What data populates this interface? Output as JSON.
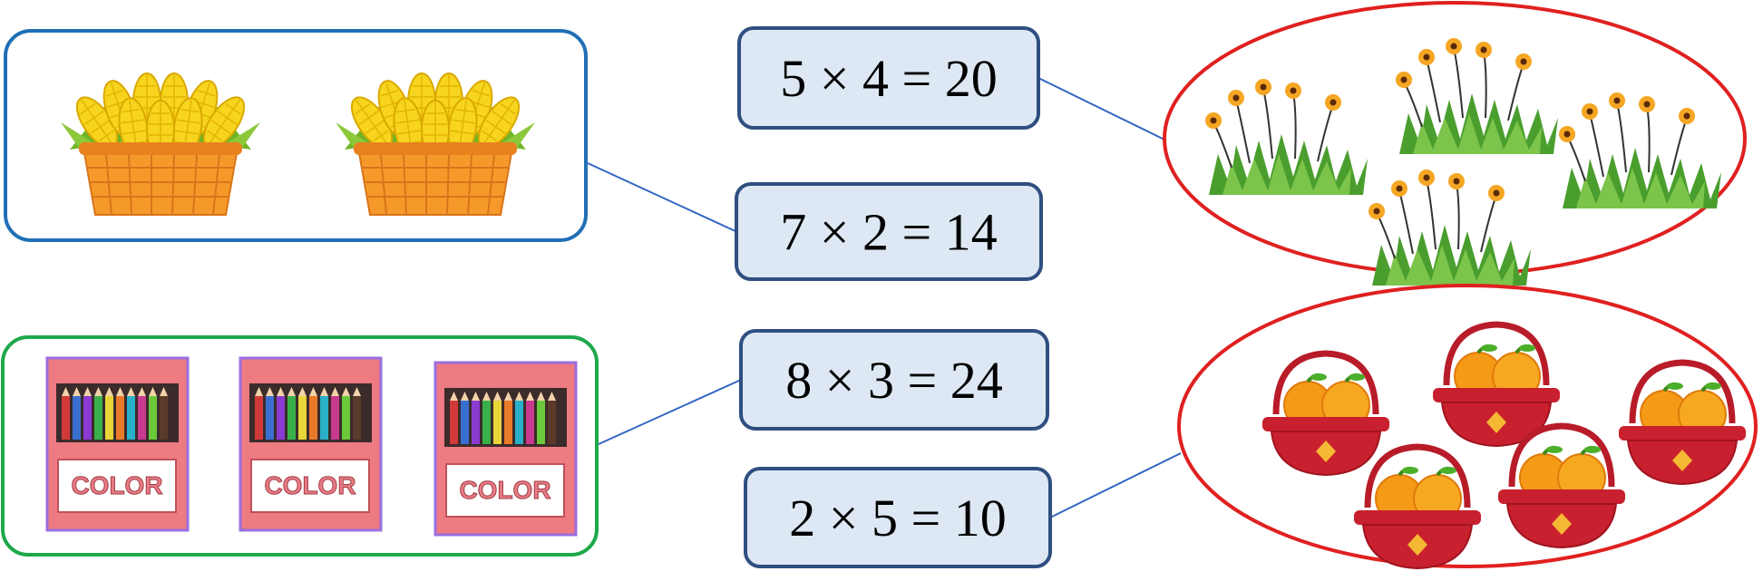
{
  "colors": {
    "equation_fill": "#dde8f4",
    "equation_stroke": "#2f4f80",
    "corn_frame": "#1f6fb5",
    "crayon_frame": "#1ea84b",
    "ellipse_frame": "#e02020",
    "connector": "#3366c4"
  },
  "equations": [
    {
      "id": "eq1",
      "text": "5 × 4 = 20"
    },
    {
      "id": "eq2",
      "text": "7 × 2 = 14"
    },
    {
      "id": "eq3",
      "text": "8 × 3 = 24"
    },
    {
      "id": "eq4",
      "text": "2 × 5 = 10"
    }
  ],
  "groups": {
    "corn_baskets": {
      "icon": "corn-basket-icon",
      "count": 2
    },
    "crayon_boxes": {
      "icon": "crayon-box-icon",
      "count": 3,
      "box_label": "COLOR"
    },
    "flower_clumps": {
      "icon": "flower-grass-icon",
      "count": 4
    },
    "orange_baskets": {
      "icon": "orange-basket-icon",
      "count": 5
    }
  },
  "connections": [
    {
      "from": "corn_baskets",
      "to": "eq2"
    },
    {
      "from": "crayon_boxes",
      "to": "eq3"
    },
    {
      "from": "flower_clumps",
      "to": "eq1"
    },
    {
      "from": "orange_baskets",
      "to": "eq4"
    }
  ]
}
